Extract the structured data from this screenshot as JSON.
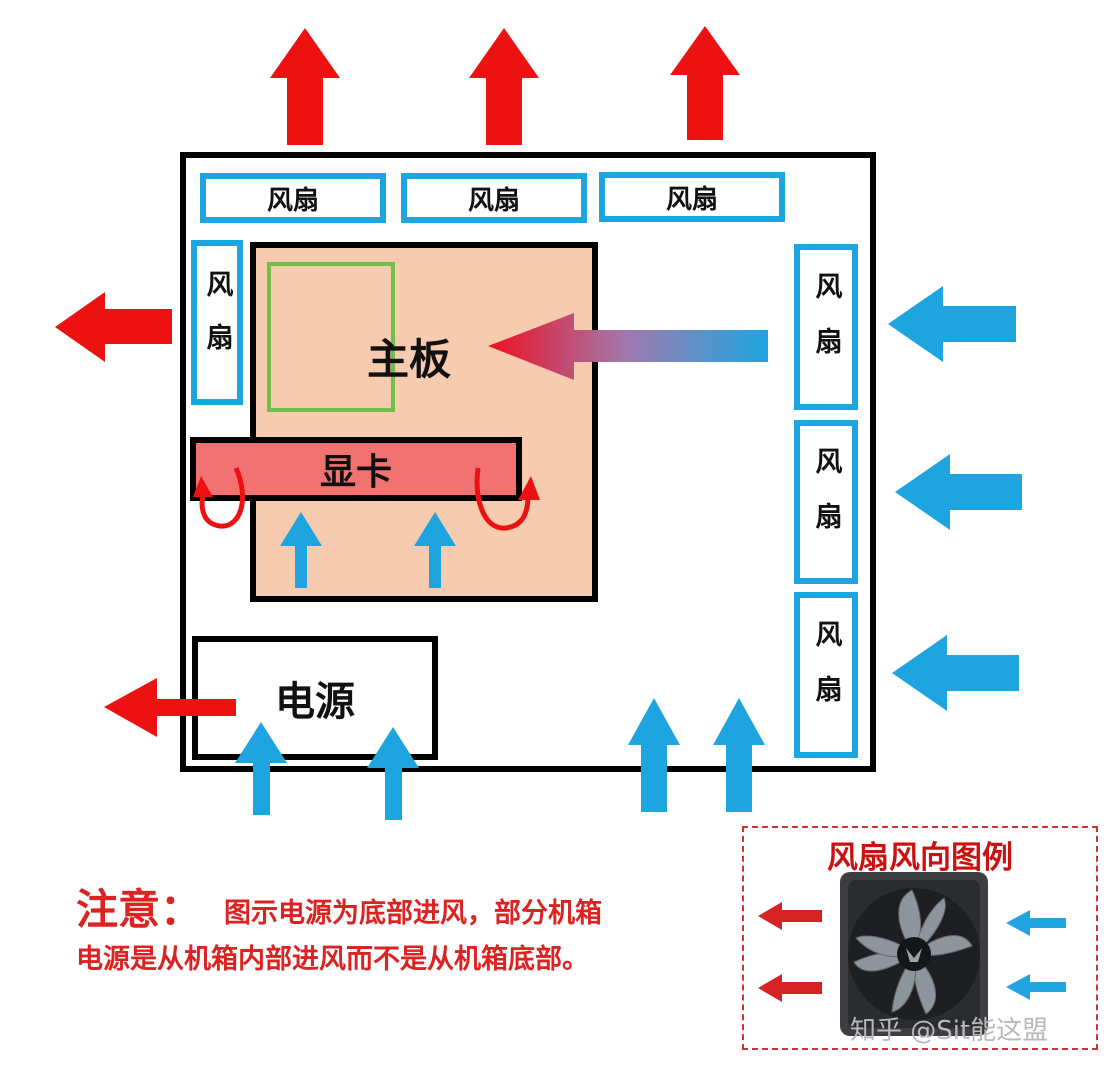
{
  "diagram": {
    "fans": {
      "top": [
        "风扇",
        "风扇",
        "风扇"
      ],
      "left_top": "风扇",
      "right": [
        "风扇",
        "风扇",
        "风扇"
      ]
    },
    "motherboard_label": "主板",
    "gpu_label": "显卡",
    "psu_label": "电源"
  },
  "note": {
    "prefix": "注意：",
    "line1": "图示电源为底部进风，部分机箱",
    "line2": "电源是从机箱内部进风而不是从机箱底部。"
  },
  "legend": {
    "title": "风扇风向图例"
  },
  "watermark": "知乎 @Sit能这盟",
  "colors": {
    "exhaust": "#ee1111",
    "intake": "#1ea5e0",
    "fan_border": "#1ea5e0",
    "motherboard": "#f6cbb0",
    "gpu": "#f27171",
    "cpu_outline": "#6fbf4a",
    "note_text": "#d22222"
  }
}
